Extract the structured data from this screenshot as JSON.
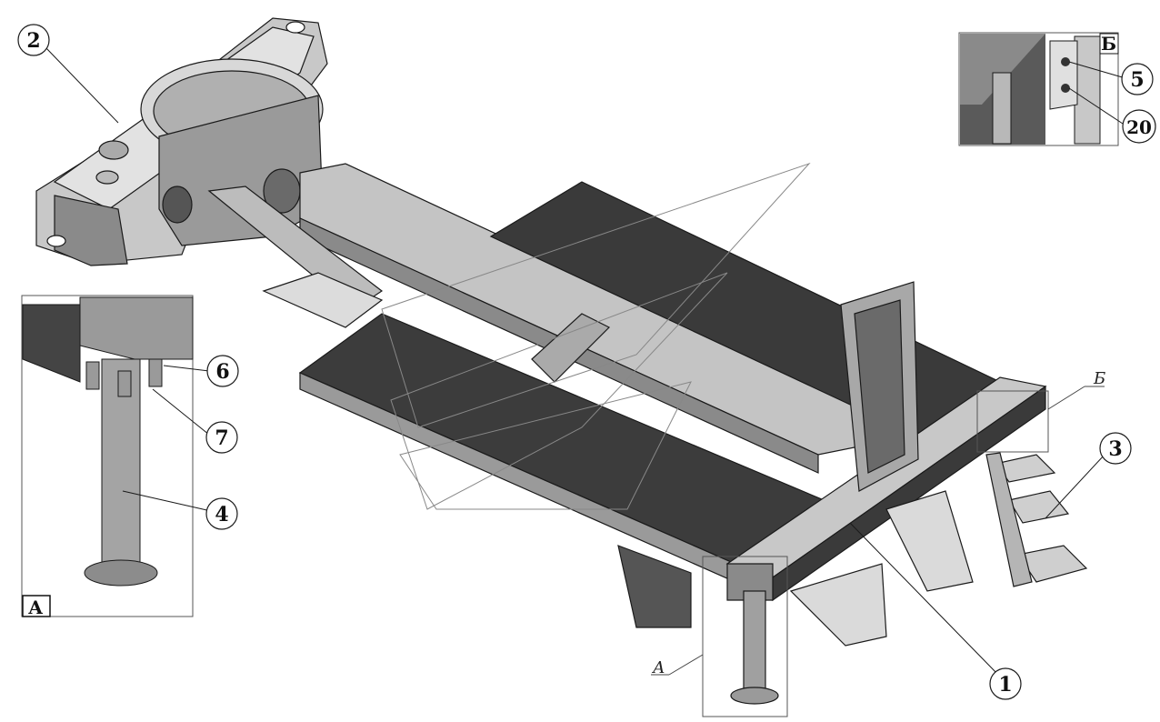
{
  "callouts": {
    "c1": "1",
    "c2": "2",
    "c3": "3",
    "c4": "4",
    "c5": "5",
    "c6": "6",
    "c7": "7",
    "c20": "20"
  },
  "views": {
    "a_label": "А",
    "b_label": "Б",
    "a_inset_label": "А",
    "b_inset_label": "Б"
  },
  "colors": {
    "outline": "#1a1a1a",
    "dark_fill": "#3a3a3a",
    "mid_fill": "#8a8a8a",
    "light_fill": "#c8c8c8",
    "pale_fill": "#e2e2e2"
  }
}
